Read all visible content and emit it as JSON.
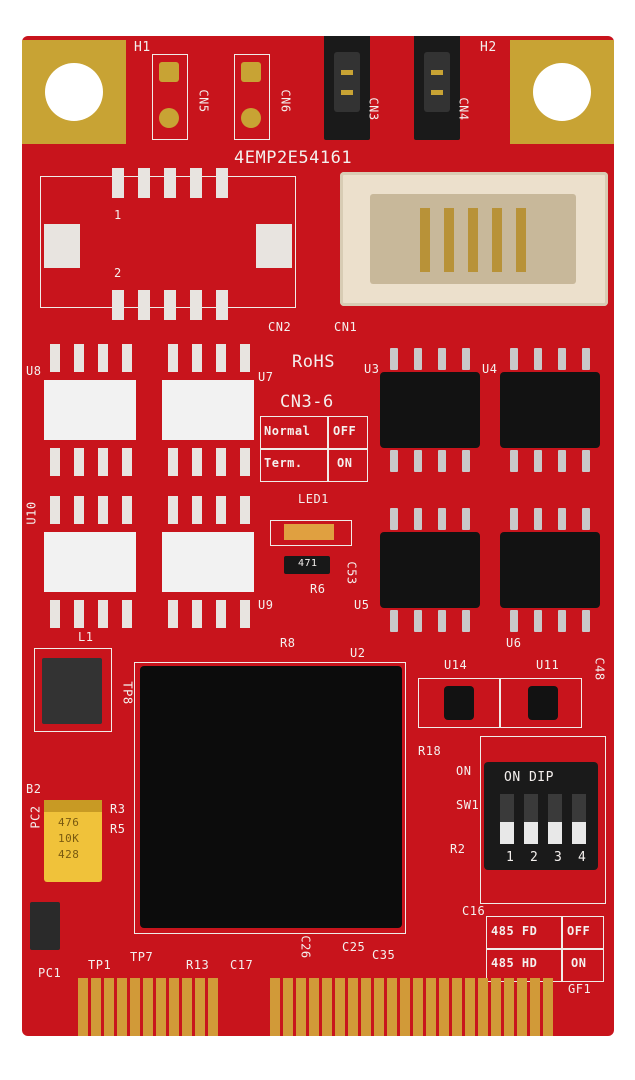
{
  "labels": {
    "part_number": "4EMP2E54161",
    "rohs": "RoHS",
    "cn3_6": "CN3-6",
    "normal": "Normal",
    "off": "OFF",
    "term": "Term.",
    "on": "ON",
    "h1": "H1",
    "h2": "H2",
    "cn1": "CN1",
    "cn2": "CN2",
    "cn3": "CN3",
    "cn4": "CN4",
    "cn5": "CN5",
    "cn6": "CN6",
    "u2": "U2",
    "u3": "U3",
    "u4": "U4",
    "u5": "U5",
    "u6": "U6",
    "u7": "U7",
    "u8": "U8",
    "u9": "U9",
    "u10": "U10",
    "u11": "U11",
    "u14": "U14",
    "led1": "LED1",
    "r6": "R6",
    "r8": "R8",
    "r2": "R2",
    "r3": "R3",
    "r5": "R5",
    "r13": "R13",
    "r18": "R18",
    "c53": "C53",
    "c48": "C48",
    "c16": "C16",
    "c17": "C17",
    "c25": "C25",
    "c26": "C26",
    "c35": "C35",
    "l1": "L1",
    "tp1": "TP1",
    "tp7": "TP7",
    "tp8": "TP8",
    "pc1": "PC1",
    "pc2": "PC2",
    "b2": "B2",
    "gf1": "GF1",
    "sw1": "SW1",
    "sw_on": "ON",
    "on_dip": "ON DIP",
    "dip_1": "1",
    "dip_2": "2",
    "dip_3": "3",
    "dip_4": "4",
    "pin1": "1",
    "pin2": "2",
    "fd_485": "485 FD",
    "hd_485": "485 HD",
    "fd_state": "OFF",
    "hd_state": "ON",
    "res_code": "471",
    "cap_code_1": "476",
    "cap_code_2": "10K",
    "cap_code_3": "428"
  },
  "colors": {
    "board": "#c8141c",
    "gold": "#c8a334",
    "silk": "#f4f0ee",
    "ic": "#121212",
    "connector": "#ece0cc"
  }
}
